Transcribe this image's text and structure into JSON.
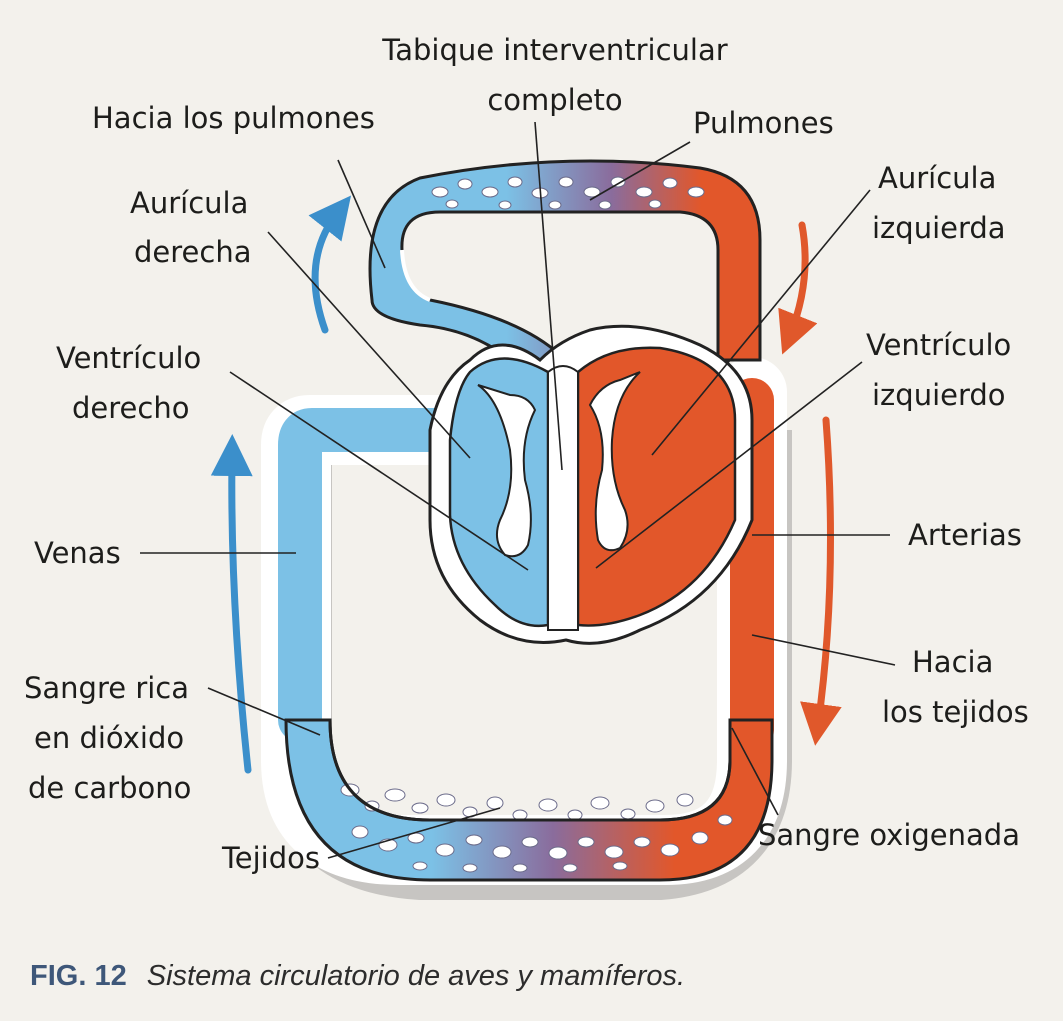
{
  "colors": {
    "deoxygenated": "#7cc1e6",
    "oxygenated": "#e2572a",
    "capillary_mix": "#8a6c9c",
    "arrow_blue": "#3b8fcb",
    "arrow_red": "#e0582b"
  },
  "labels": {
    "tabique_line1": "Tabique interventricular",
    "tabique_line2": "completo",
    "hacia_pulmones": "Hacia los pulmones",
    "pulmones": "Pulmones",
    "auricula_der_line1": "Aurícula",
    "auricula_der_line2": "derecha",
    "auricula_izq_line1": "Aurícula",
    "auricula_izq_line2": "izquierda",
    "ventriculo_der_line1": "Ventrículo",
    "ventriculo_der_line2": "derecho",
    "ventriculo_izq_line1": "Ventrículo",
    "ventriculo_izq_line2": "izquierdo",
    "venas": "Venas",
    "arterias": "Arterias",
    "hacia_tejidos_line1": "Hacia",
    "hacia_tejidos_line2": "los tejidos",
    "sangre_rica_line1": "Sangre rica",
    "sangre_rica_line2": "en dióxido",
    "sangre_rica_line3": "de carbono",
    "tejidos": "Tejidos",
    "sangre_oxigenada": "Sangre oxigenada"
  },
  "caption": {
    "fig": "FIG. 12",
    "text": "Sistema circulatorio de aves y mamíferos."
  }
}
